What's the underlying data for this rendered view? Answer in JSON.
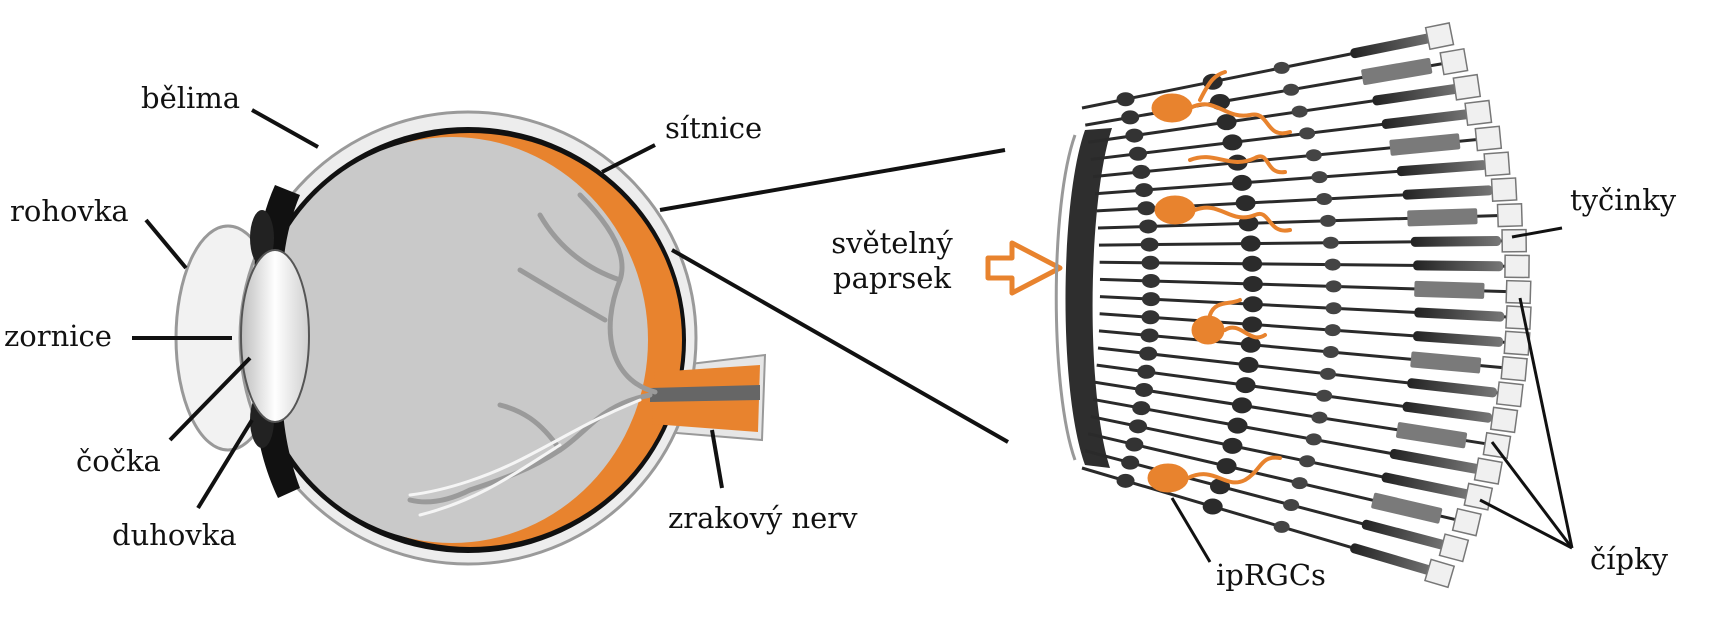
{
  "labels": {
    "sclera": "bělima",
    "cornea": "rohovka",
    "pupil": "zornice",
    "lens": "čočka",
    "iris": "duhovka",
    "retina": "sítnice",
    "optic_nerve": "zrakový nerv",
    "light_ray_line1": "světelný",
    "light_ray_line2": "paprsek",
    "rods": "tyčinky",
    "cones": "čípky",
    "iprgc": "ipRGCs"
  },
  "colors": {
    "accent": "#e8832e",
    "outline": "#111111",
    "vitreous": "#c9c9c9",
    "sclera": "#ececec"
  }
}
